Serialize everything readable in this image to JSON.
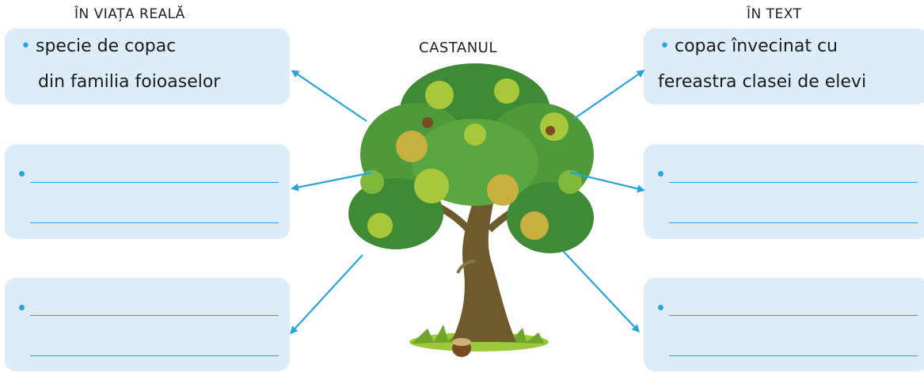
{
  "headings": {
    "left": "ÎN VIAȚA REALĂ",
    "center": "CASTANUL",
    "right": "ÎN TEXT"
  },
  "left_boxes": [
    {
      "line1": "specie de copac",
      "line2": "din familia foioaselor"
    },
    {
      "line1": "",
      "line2": ""
    },
    {
      "line1": "",
      "line2": ""
    }
  ],
  "right_boxes": [
    {
      "line1": "copac învecinat cu",
      "line2": "fereastra clasei de elevi"
    },
    {
      "line1": "",
      "line2": ""
    },
    {
      "line1": "",
      "line2": ""
    }
  ],
  "colors": {
    "box_fill": "#dcecf8",
    "accent_blue": "#2aa3dc",
    "leaf_green": "#4e9a3a",
    "leaf_light": "#a8c83c",
    "trunk": "#6e5a2c"
  },
  "icons": [
    "chestnut-tree-illustration",
    "arrow-icon"
  ]
}
